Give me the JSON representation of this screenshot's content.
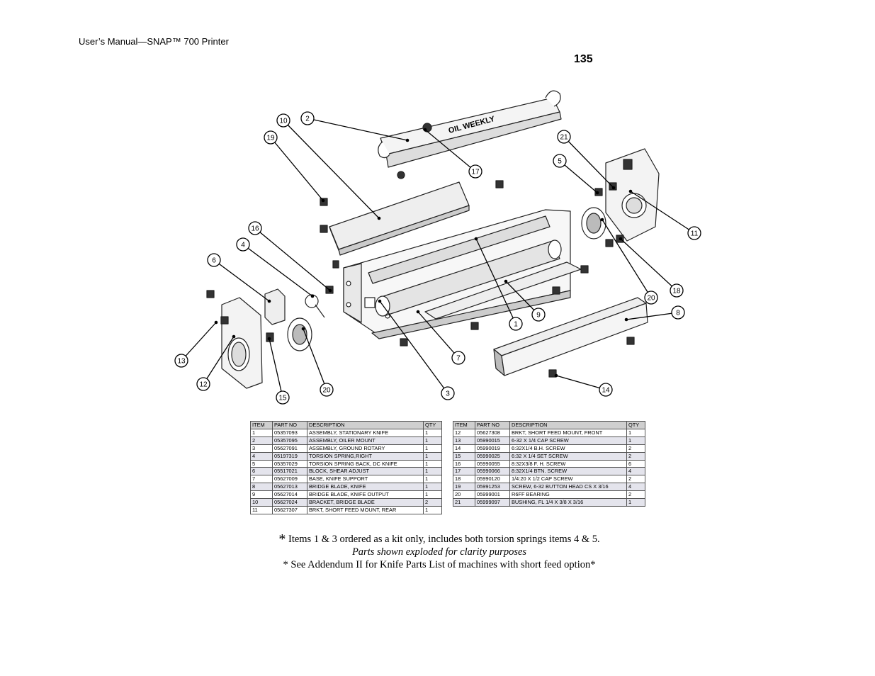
{
  "header": {
    "title": "User’s Manual—SNAP™ 700 Printer",
    "page_number": "135"
  },
  "diagram": {
    "oiler_text": "OIL WEEKLY",
    "callouts": [
      "1",
      "2",
      "3",
      "4",
      "5",
      "6",
      "7",
      "8",
      "9",
      "10",
      "11",
      "12",
      "13",
      "14",
      "15",
      "16",
      "17",
      "18",
      "19",
      "20",
      "21"
    ]
  },
  "table_headers": {
    "item": "ITEM",
    "part_no": "PART NO",
    "description": "DESCRIPTION",
    "qty": "QTY"
  },
  "parts_left": [
    {
      "item": "1",
      "part_no": "05357093",
      "description": "ASSEMBLY, STATIONARY KNIFE",
      "qty": "1"
    },
    {
      "item": "2",
      "part_no": "05357095",
      "description": "ASSEMBLY, OILER MOUNT",
      "qty": "1"
    },
    {
      "item": "3",
      "part_no": "05627091",
      "description": "ASSEMBLY, GROUND ROTARY",
      "qty": "1"
    },
    {
      "item": "4",
      "part_no": "05197319",
      "description": "TORSION SPRING,RIGHT",
      "qty": "1"
    },
    {
      "item": "5",
      "part_no": "05357029",
      "description": "TORSION SPRING BACK, DC KNIFE",
      "qty": "1"
    },
    {
      "item": "6",
      "part_no": "05517021",
      "description": "BLOCK, SHEAR ADJUST",
      "qty": "1"
    },
    {
      "item": "7",
      "part_no": "05627009",
      "description": "BASE, KNIFE SUPPORT",
      "qty": "1"
    },
    {
      "item": "8",
      "part_no": "05627013",
      "description": "BRIDGE BLADE, KNIFE",
      "qty": "1"
    },
    {
      "item": "9",
      "part_no": "05627014",
      "description": "BRIDGE BLADE, KNIFE OUTPUT",
      "qty": "1"
    },
    {
      "item": "10",
      "part_no": "05627024",
      "description": "BRACKET, BRIDGE BLADE",
      "qty": "2"
    },
    {
      "item": "11",
      "part_no": "05627307",
      "description": "BRKT, SHORT FEED MOUNT, REAR",
      "qty": "1"
    }
  ],
  "parts_right": [
    {
      "item": "12",
      "part_no": "05627308",
      "description": "BRKT, SHORT FEED MOUNT, FRONT",
      "qty": "1"
    },
    {
      "item": "13",
      "part_no": "05990015",
      "description": "6-32 X 1/4 CAP SCREW",
      "qty": "1"
    },
    {
      "item": "14",
      "part_no": "05990019",
      "description": "6:32X1/4 B.H. SCREW",
      "qty": "2"
    },
    {
      "item": "15",
      "part_no": "05990025",
      "description": "6:32 X 1/4 SET SCREW",
      "qty": "2"
    },
    {
      "item": "16",
      "part_no": "05990055",
      "description": "8:32X3/8 F. H. SCREW",
      "qty": "6"
    },
    {
      "item": "17",
      "part_no": "05990066",
      "description": "8:32X1/4 BTN. SCREW",
      "qty": "4"
    },
    {
      "item": "18",
      "part_no": "05990120",
      "description": "1/4:20 X 1/2 CAP SCREW",
      "qty": "2"
    },
    {
      "item": "19",
      "part_no": "05991253",
      "description": "SCREW, 6-32 BUTTON HEAD CS X 3/16",
      "qty": "4"
    },
    {
      "item": "20",
      "part_no": "05999001",
      "description": "R6FF BEARING",
      "qty": "2"
    },
    {
      "item": "21",
      "part_no": "05999097",
      "description": "BUSHING, FL 1/4 X 3/8 X 3/16",
      "qty": "1"
    }
  ],
  "notes": {
    "kit_star": "*",
    "kit_note": "Items 1 & 3 ordered as a kit only, includes both torsion springs items 4 & 5.",
    "exploded_note": "Parts shown exploded for clarity purposes",
    "addendum_note": "* See Addendum II for Knife Parts List of machines with short feed option*"
  }
}
